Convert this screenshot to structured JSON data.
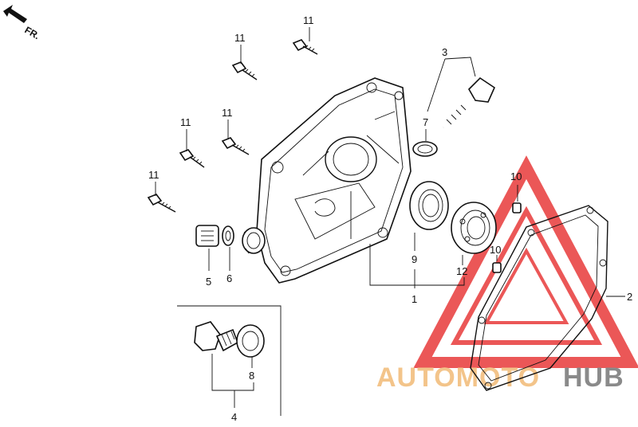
{
  "direction_label": "FR.",
  "watermark": {
    "text_a": "AUTOMOTO",
    "text_b": "HUB",
    "color_a": "#f3c48a",
    "color_b": "#8a8a8a",
    "triangle_color": "#e83a3a"
  },
  "callouts": {
    "c11a": "11",
    "c11b": "11",
    "c11c": "11",
    "c11d": "11",
    "c11e": "11",
    "c3": "3",
    "c7": "7",
    "c10a": "10",
    "c10b": "10",
    "c9": "9",
    "c12": "12",
    "c1": "1",
    "c2": "2",
    "c5": "5",
    "c6": "6",
    "c8": "8",
    "c4": "4"
  }
}
